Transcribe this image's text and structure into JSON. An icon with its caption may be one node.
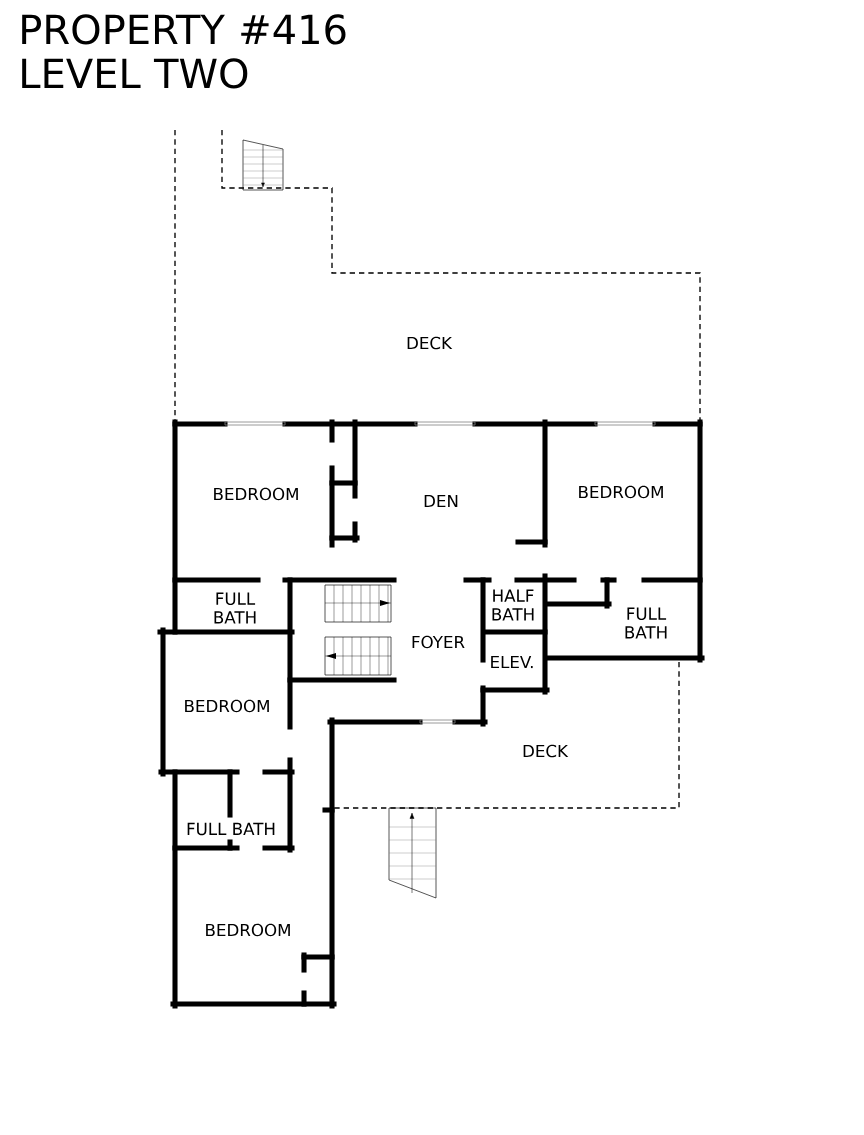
{
  "diagram": {
    "title": "PROPERTY #416 LEVEL TWO",
    "labels": [
      "DECK",
      "BEDROOM",
      "DEN",
      "BEDROOM",
      "FULL BATH",
      "HALF BATH",
      "FULL BATH",
      "FOYER",
      "ELEV.",
      "BEDROOM",
      "DECK",
      "FULL BATH",
      "BEDROOM"
    ]
  }
}
